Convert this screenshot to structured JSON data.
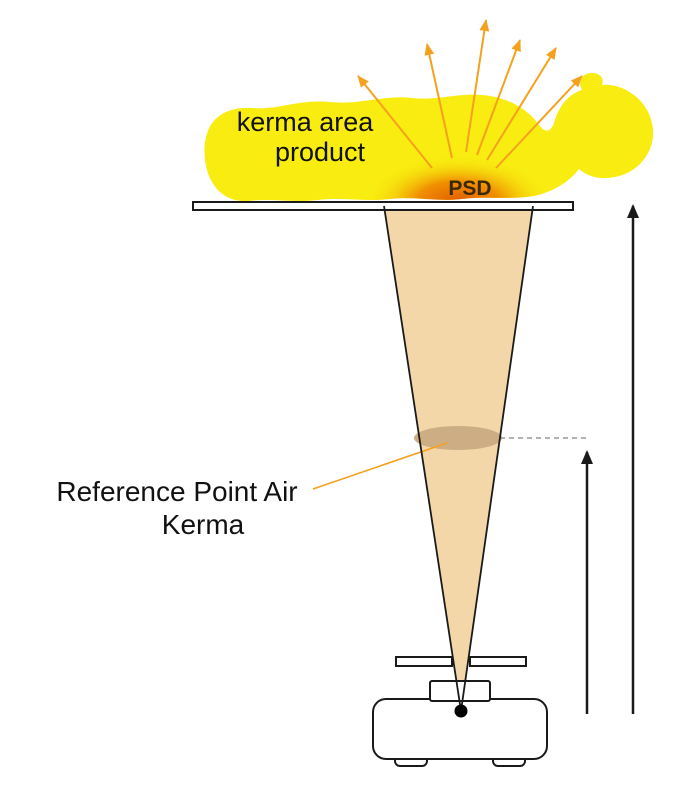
{
  "diagram": {
    "labels": {
      "kerma_line1": "kerma area",
      "kerma_line2": "product",
      "psd": "PSD",
      "ref_line1": "Reference Point Air",
      "ref_line2": "Kerma"
    },
    "colors": {
      "body_yellow": "#F8EC10",
      "beam_tan": "#F4D7A8",
      "psd_orange_core": "#E05A00",
      "psd_orange_mid": "#F08A00",
      "scatter_orange": "#F5A11E",
      "ellipse_tan": "#CDAD84",
      "outline_black": "#1A1A1A",
      "dashed_gray": "#999999",
      "text_black": "#111111",
      "psd_text": "#3B2A00"
    }
  }
}
